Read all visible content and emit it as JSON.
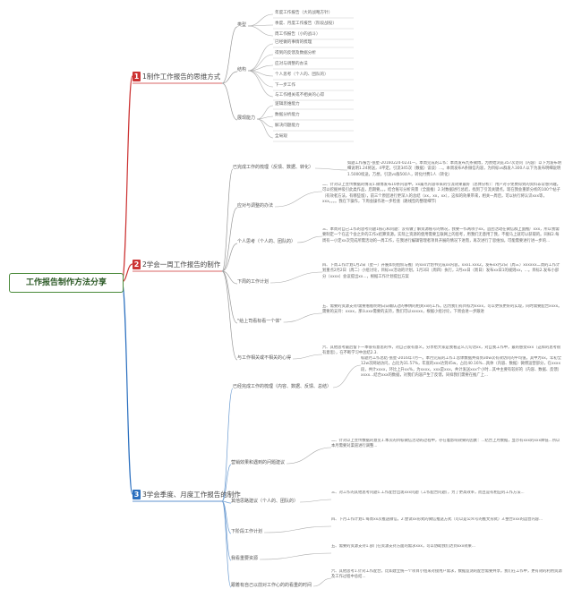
{
  "root": "工作报告制作方法分享",
  "branches": [
    {
      "num": "1",
      "label": "1制作工作报告的思维方式",
      "subs": [
        {
          "label": "类型",
          "items": [
            "年度工作报告（大的战略方针）",
            "季度、月度工作报告（阶段战役）",
            "周工作报告（小的战斗）"
          ]
        },
        {
          "label": "结构",
          "items": [
            "已经做的事情的梳理",
            "得到的反馈及数据分析",
            "应对与调整的办法",
            "个人思考（个人的、团队的）",
            "下一步工作",
            "与工作相关或不相关的心得"
          ]
        },
        {
          "label": "展现能力",
          "items": [
            "逻辑思维能力",
            "数据分析能力",
            "解决问题能力",
            "全局观"
          ]
        }
      ]
    },
    {
      "num": "2",
      "label": "2学会一周工作报告的制作",
      "subs": [
        {
          "label": "已完成工作的梳理（反馈、数据、转化）",
          "text": "如题工作报告-张星-20160224-0231—。本周完成的工作：本周发布九条微博，为原始浏览357次访问（内容）以下为发布明细说明1.24将送，4平定。引流345次（数据）谈谈）...。本周发布A条微信内容，为目标vs群发人300人以下为发布明细说明1.5000续送，万想，引流vs群500人，转化付费1人（转化）"
        },
        {
          "label": "应对与调整的办法",
          "text": "二、针对以上宣传数据的情况1.微博发布10条内容中，xx篇点内容带来的引流效果最好（总体分析）：用户对于免费得到的资料非常感兴趣。可以挖掘并吸引此类作品，后期要。。。结合账号分析背景（全面推）2.对数据进行总结，找到了引流关键点，现在我会重新分析的100个帖子（有效者方法，有哪些留），前三个原因进行更深入的总结（xx，xx，xx），这样的效果带来，相关一周后，可以执行将认识xxx等，xxx。。。。我在下操作，下周会操作进一步检查（路线型的整理细节）"
        },
        {
          "label": "个人思考（个人的、团队的）",
          "text": "三、本周对自己工作的思考问题1核心和问题：没有做了解资源账号的情况，我要一作两项小xx。造团活动在微信群上面推广xxx，所以我需要制定一个在这个会之外的工作x结算资源。实际上资源的使用需要互联网上的思考，用我们无意用了我，不能马上就可以获取的。同样2.每周有一小定xx次完成所需活动的一周工作，在我进行编辑管理者项目开展的情况下进而，再次进行了思维加，可能需要进行进一步的..."
        },
        {
          "label": "下周的工作计划",
          "text": "四、下周工作计划1月2日（星一）开展如何组织与推广的xxx计划书完成xx内容，xxx1.xxx2。发布xx月2日（周三）xxxxxx二周的工作计划重点2月2日（周二）小组讨论，目标xx活动的计划，1月3日（周四）执行，2月xx日（周日）发布xx日1的规则xx，...。目标2.发布小部分（xxxx）会议提出xx...，根据工作计划提出方案"
        },
        {
          "label": "\"给上司看标看一个体\"",
          "text": "五、需要的资源支持/需要看板明明白白确认过的事情的相关xx的工作。因为我们有目标为xxxx，可以更快更好的实现，同时需要配合xxxx。需要的支持：xxxx，那么xxx需要的支持，我们可以xxxxx，根据小组讨论，下周会进一步跟进"
        },
        {
          "label": "与工作相关或不相关的心得",
          "text": "六、其他思考最后留下一本很有意思的书，对自己很有意义。分享给大家是我看这么几句话xx，对自我工作中，最的感受xxx（这样的思考很有意思），在不断学习中总结2.3."
        }
      ]
    },
    {
      "num": "3",
      "label": "3学会季度、月度工作报告的制作",
      "subs": [
        {
          "label": "已经完成工作的梳理（内容、数据、反馈、总结）",
          "text": "标题月工作总结-张星-2016年7月一。本月完成的工作1.总体数据共得到30w次有效访问的平均值，其中为xx，年初全12w次网站访问，占比为31.57%，年底的xxx达到45w，占比40.16%...具体（内容、数据）微博运营部分，在xxxx段，共计xxxx，环比上升xx%，为xxxx，xxx是xxx，共计发送xxx个小时...其中主要有较好的（内容、数据、反馈）xxxx...结合xxx的数据，对我们内容产生了反馈，同样我们需要在推广上..."
        },
        {
          "label": "营销效果和遇到的问题建议",
          "text": "二、针对以上宣传数据的意见1.本次的目标微信活动的过程中，存在着影响效果的因素：...结合上月数据，显示有xxx的xxx降低...所以本月需要对渠道进行调整..."
        },
        {
          "label": "其他思路建议（个人的、团队的）",
          "text": "三、对工作的其他思考问题1.工作配合出现xxx问题（工作配合问题），为了更高效率，而且是有相应的工作方法..."
        },
        {
          "label": "下阶段工作计划",
          "text": "四、下月工作计划1.每周xx次推送微信，2.尝试xx形式的微信推送方式（可以是公众号的推文形式）3.整合xxx的运营内容..."
        },
        {
          "label": "我看重要资源",
          "text": "五、需要的资源支持1.部门在资源支持方面的需求xxx，可以协助我们达到xxx效果..."
        },
        {
          "label": "跟着有自己以前对工作心的的看重的时间",
          "text": "六、其他思考1.针对工作配合，比如建立统一个项目小组来对接用户需求，数据监测的配合需要共享，我们在工作中，更有效的利用资源及工作过程中总结..."
        }
      ]
    }
  ]
}
